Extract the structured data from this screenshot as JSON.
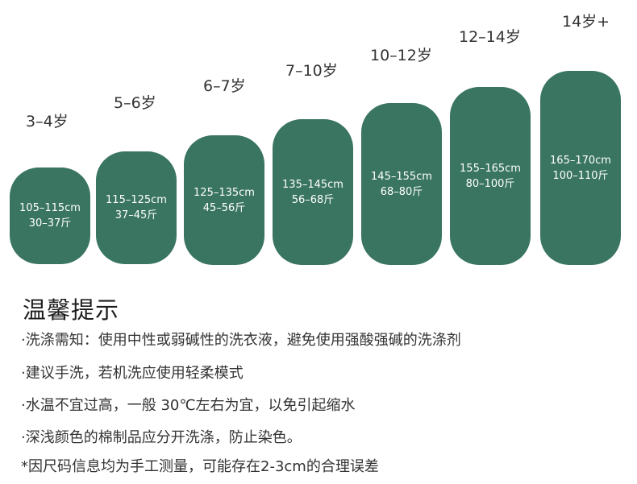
{
  "sizes": [
    {
      "age": "3–4岁",
      "height": "105–115cm",
      "weight": "30–37斤"
    },
    {
      "age": "5–6岁",
      "height": "115–125cm",
      "weight": "37–45斤"
    },
    {
      "age": "6–7岁",
      "height": "125–135cm",
      "weight": "45–56斤"
    },
    {
      "age": "7–10岁",
      "height": "135–145cm",
      "weight": "56–68斤"
    },
    {
      "age": "10–12岁",
      "height": "145–155cm",
      "weight": "68–80斤"
    },
    {
      "age": "12–14岁",
      "height": "155–165cm",
      "weight": "80–100斤"
    },
    {
      "age": "14岁+",
      "height": "165–170cm",
      "weight": "100–110斤"
    }
  ],
  "tips": {
    "title": "温馨提示",
    "items": [
      "·洗涤需知：使用中性或弱碱性的洗衣液，避免使用强酸强碱的洗涤剂",
      "·建议手洗，若机洗应使用轻柔模式",
      "·水温不宜过高，一般 30℃左右为宜，以免引起缩水",
      "·深浅颜色的棉制品应分开洗涤，防止染色。",
      "*因尺码信息均为手工测量，可能存在2-3cm的合理误差"
    ]
  },
  "colors": {
    "bar": "#3a7561",
    "text": "#333333"
  }
}
